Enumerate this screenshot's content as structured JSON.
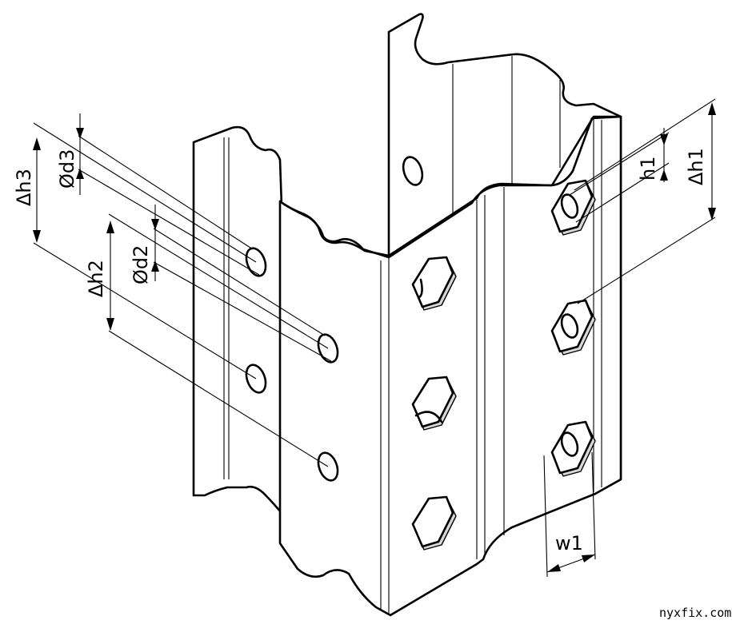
{
  "labels": {
    "delta_h3": "Δh3",
    "od3": "Ød3",
    "delta_h2": "Δh2",
    "od2": "Ød2",
    "h1": "h1",
    "delta_h1": "Δh1",
    "w1": "w1"
  },
  "watermark": "nyxfix.com"
}
